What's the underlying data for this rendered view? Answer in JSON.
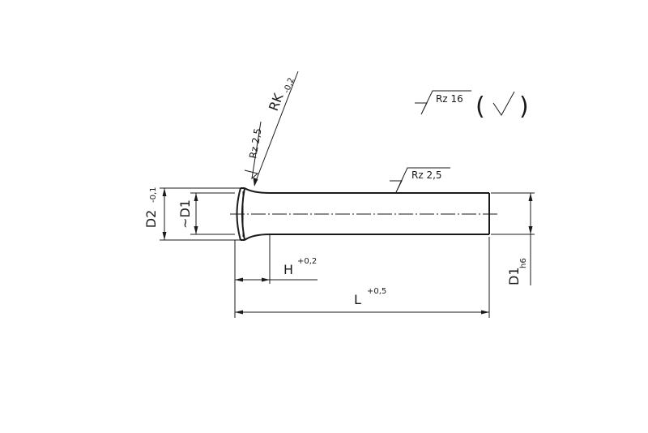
{
  "drawing": {
    "dimensions": {
      "d2": {
        "symbol": "D2",
        "tolerance": "-0,1"
      },
      "d1_head": {
        "symbol": "~D1"
      },
      "d1_shank": {
        "symbol": "D1",
        "tolerance": "h6"
      },
      "h": {
        "symbol": "H",
        "tolerance": "+0,2"
      },
      "l": {
        "symbol": "L",
        "tolerance": "+0,5"
      },
      "rk": {
        "symbol": "RK",
        "tolerance": "-0,2"
      }
    },
    "surface_finish": {
      "head_face": "Rz 2,5",
      "shank": "Rz 2,5",
      "general": "Rz 16",
      "general_bracket_open": "(",
      "general_bracket_close": ")"
    },
    "colors": {
      "line": "#1a1a1a",
      "background": "#ffffff"
    }
  }
}
